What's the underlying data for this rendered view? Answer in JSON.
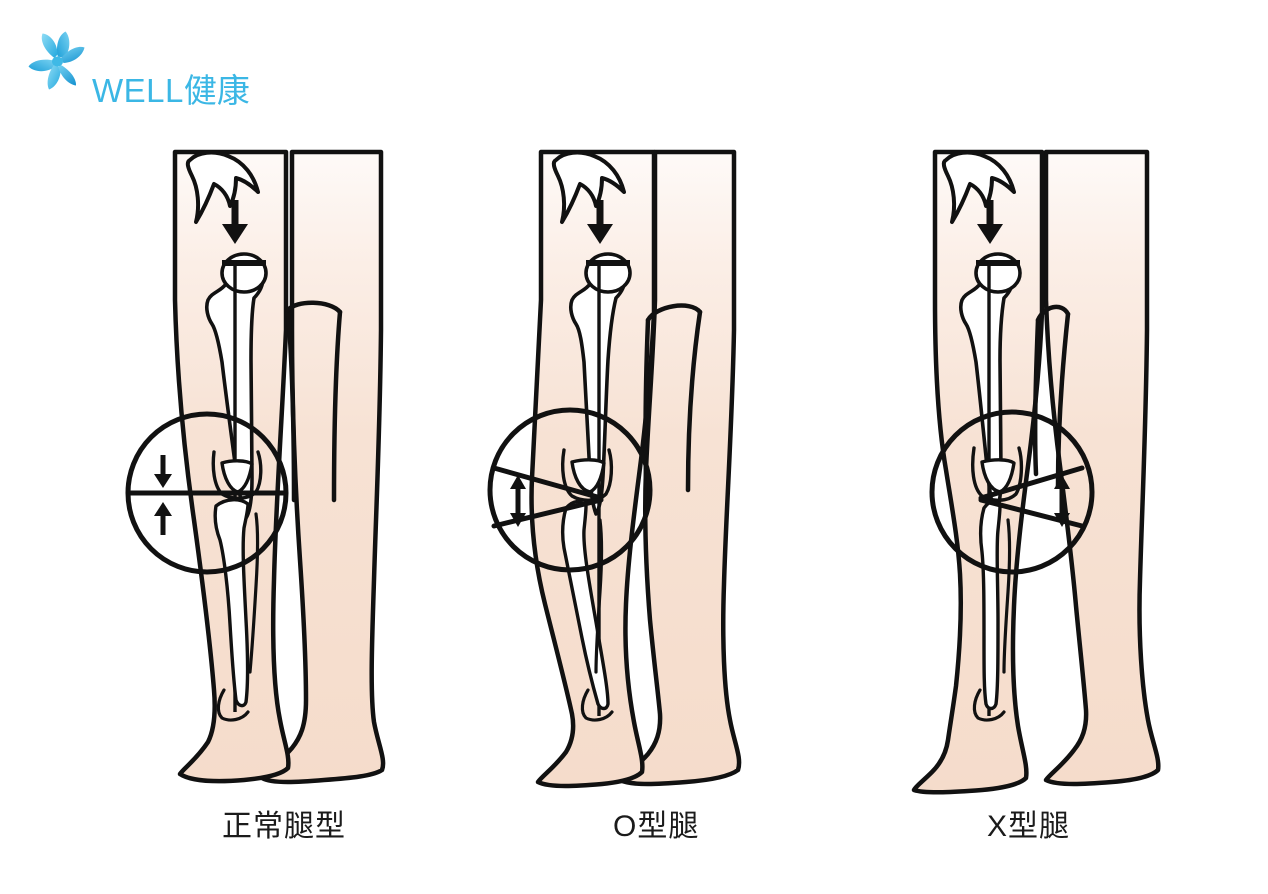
{
  "brand": {
    "logo_icon": "lotus-flower-icon",
    "wordmark_latin": "WELL",
    "wordmark_cjk": "健康",
    "brand_color": "#3BB7E5",
    "brand_color_dark": "#1C9AD6",
    "brand_color_light": "#7FD4F0"
  },
  "page": {
    "background": "#FFFFFF",
    "ink": "#111111",
    "skin_top": "#FDF7F3",
    "skin_bottom": "#F6DDCC",
    "bone_fill": "#FFFFFF"
  },
  "figures": [
    {
      "id": "normal",
      "caption": "正常腿型",
      "alignment": "neutral",
      "load_arrow_icon": "down-arrow-icon",
      "knee_marker_icon": "knee-circle-icon",
      "knee_annotation": "horizontal-line-with-opposing-arrows",
      "annotation_icons": [
        "down-arrow-icon",
        "up-arrow-icon"
      ],
      "axis_label": "mechanical-axis-line",
      "femoral_head_icon": "femoral-head-t-marker"
    },
    {
      "id": "o-leg",
      "caption": "O型腿",
      "alignment": "varus",
      "load_arrow_icon": "down-arrow-icon",
      "knee_marker_icon": "knee-circle-icon",
      "knee_annotation": "angle-open-lateral-with-double-arrow",
      "annotation_icons": [
        "double-headed-arrow-icon"
      ],
      "axis_label": "mechanical-axis-line",
      "femoral_head_icon": "femoral-head-t-marker"
    },
    {
      "id": "x-leg",
      "caption": "X型腿",
      "alignment": "valgus",
      "load_arrow_icon": "down-arrow-icon",
      "knee_marker_icon": "knee-circle-icon",
      "knee_annotation": "angle-open-medial-with-double-arrow",
      "annotation_icons": [
        "double-headed-arrow-icon"
      ],
      "axis_label": "mechanical-axis-line",
      "femoral_head_icon": "femoral-head-t-marker"
    }
  ]
}
